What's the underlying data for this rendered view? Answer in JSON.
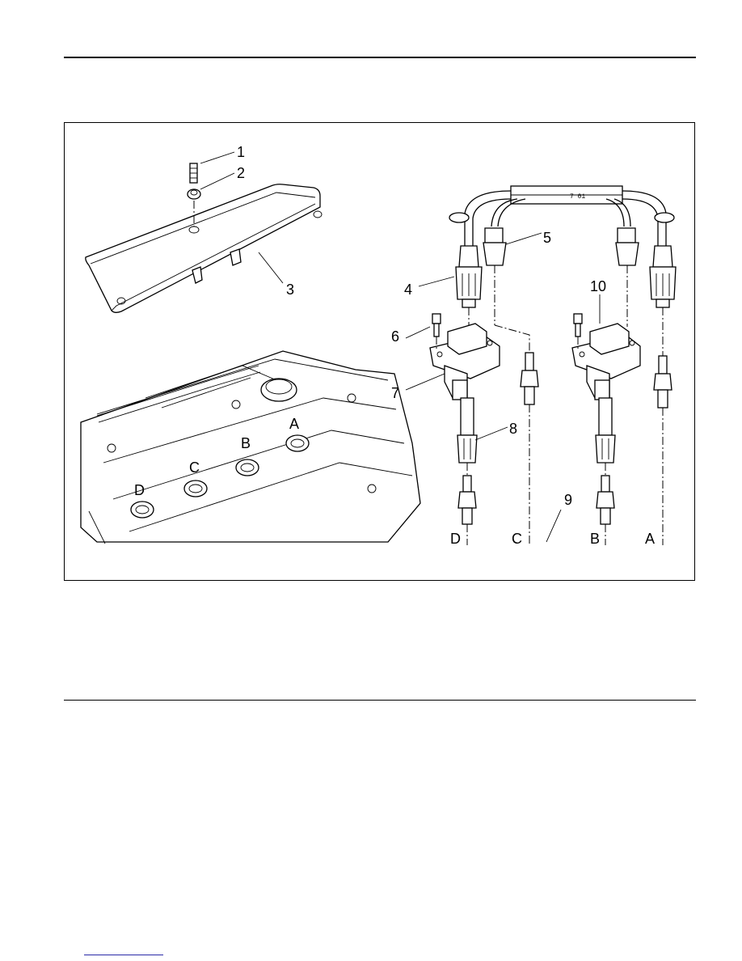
{
  "figure": {
    "callouts": {
      "c1": "1",
      "c2": "2",
      "c3": "3",
      "c4": "4",
      "c5": "5",
      "c6": "6",
      "c7": "7",
      "c8": "8",
      "c9": "9",
      "c10": "10"
    },
    "engine_cylinder_labels": {
      "a": "A",
      "b": "B",
      "c": "C",
      "d": "D"
    },
    "plug_labels": {
      "d": "D",
      "c": "C",
      "b": "B",
      "a": "A"
    },
    "lead_tag": "7 01"
  }
}
